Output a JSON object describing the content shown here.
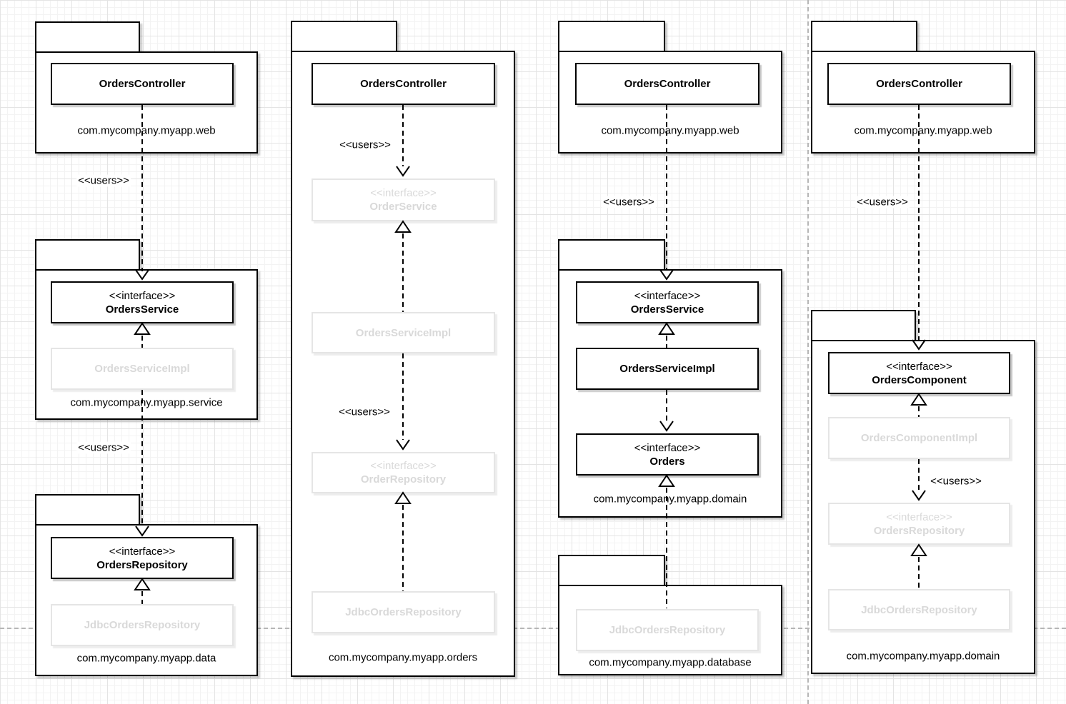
{
  "palette": {
    "shape_stroke": "#000000",
    "shape_fill": "#ffffff",
    "muted_stroke": "#e5e5e5",
    "muted_text": "#d9d9d9",
    "grid_minor": "#f3f3f3",
    "grid_major": "#e4e4e4",
    "page_break": "#b6b6b6"
  },
  "diagrams": [
    {
      "packages": [
        {
          "label": "com.mycompany.myapp.web",
          "classes": [
            {
              "name": "OrdersController",
              "muted": false
            }
          ]
        },
        {
          "label": "com.mycompany.myapp.service",
          "classes": [
            {
              "stereotype": "<<interface>>",
              "name": "OrdersService",
              "muted": false
            },
            {
              "name": "OrdersServiceImpl",
              "muted": true
            }
          ]
        },
        {
          "label": "com.mycompany.myapp.data",
          "classes": [
            {
              "stereotype": "<<interface>>",
              "name": "OrdersRepository",
              "muted": false
            },
            {
              "name": "JdbcOrdersRepository",
              "muted": true
            }
          ]
        }
      ],
      "edges": [
        {
          "type": "dependency",
          "label": "<<users>>",
          "from": "OrdersController",
          "to": "OrdersService"
        },
        {
          "type": "realization",
          "label": "",
          "from": "OrdersServiceImpl",
          "to": "OrdersService"
        },
        {
          "type": "dependency",
          "label": "<<users>>",
          "from": "OrdersServiceImpl",
          "to": "OrdersRepository"
        },
        {
          "type": "realization",
          "label": "",
          "from": "JdbcOrdersRepository",
          "to": "OrdersRepository"
        }
      ]
    },
    {
      "packages": [
        {
          "label": "com.mycompany.myapp.orders",
          "classes": [
            {
              "name": "OrdersController",
              "muted": false
            },
            {
              "stereotype": "<<interface>>",
              "name": "OrderService",
              "muted": true
            },
            {
              "name": "OrdersServiceImpl",
              "muted": true
            },
            {
              "stereotype": "<<interface>>",
              "name": "OrderRepository",
              "muted": true
            },
            {
              "name": "JdbcOrdersRepository",
              "muted": true
            }
          ]
        }
      ],
      "edges": [
        {
          "type": "dependency",
          "label": "<<users>>",
          "from": "OrdersController",
          "to": "OrderService"
        },
        {
          "type": "realization",
          "label": "",
          "from": "OrdersServiceImpl",
          "to": "OrderService"
        },
        {
          "type": "dependency",
          "label": "<<users>>",
          "from": "OrdersServiceImpl",
          "to": "OrderRepository"
        },
        {
          "type": "realization",
          "label": "",
          "from": "JdbcOrdersRepository",
          "to": "OrderRepository"
        }
      ]
    },
    {
      "packages": [
        {
          "label": "com.mycompany.myapp.web",
          "classes": [
            {
              "name": "OrdersController",
              "muted": false
            }
          ]
        },
        {
          "label": "com.mycompany.myapp.domain",
          "classes": [
            {
              "stereotype": "<<interface>>",
              "name": "OrdersService",
              "muted": false
            },
            {
              "name": "OrdersServiceImpl",
              "muted": false
            },
            {
              "stereotype": "<<interface>>",
              "name": "Orders",
              "muted": false
            }
          ]
        },
        {
          "label": "com.mycompany.myapp.database",
          "classes": [
            {
              "name": "JdbcOrdersRepository",
              "muted": true
            }
          ]
        }
      ],
      "edges": [
        {
          "type": "dependency",
          "label": "<<users>>",
          "from": "OrdersController",
          "to": "OrdersService"
        },
        {
          "type": "realization",
          "label": "",
          "from": "OrdersServiceImpl",
          "to": "OrdersService"
        },
        {
          "type": "dependency",
          "label": "",
          "from": "OrdersServiceImpl",
          "to": "Orders"
        },
        {
          "type": "realization",
          "label": "",
          "from": "JdbcOrdersRepository",
          "to": "Orders"
        }
      ]
    },
    {
      "packages": [
        {
          "label": "com.mycompany.myapp.web",
          "classes": [
            {
              "name": "OrdersController",
              "muted": false
            }
          ]
        },
        {
          "label": "com.mycompany.myapp.domain",
          "classes": [
            {
              "stereotype": "<<interface>>",
              "name": "OrdersComponent",
              "muted": false
            },
            {
              "name": "OrdersComponentImpl",
              "muted": true
            },
            {
              "stereotype": "<<interface>>",
              "name": "OrdersRepository",
              "muted": true
            },
            {
              "name": "JdbcOrdersRepository",
              "muted": true
            }
          ]
        }
      ],
      "edges": [
        {
          "type": "dependency",
          "label": "<<users>>",
          "from": "OrdersController",
          "to": "OrdersComponent"
        },
        {
          "type": "realization",
          "label": "",
          "from": "OrdersComponentImpl",
          "to": "OrdersComponent"
        },
        {
          "type": "dependency",
          "label": "<<users>>",
          "from": "OrdersComponentImpl",
          "to": "OrdersRepository"
        },
        {
          "type": "realization",
          "label": "",
          "from": "JdbcOrdersRepository",
          "to": "OrdersRepository"
        }
      ]
    }
  ]
}
